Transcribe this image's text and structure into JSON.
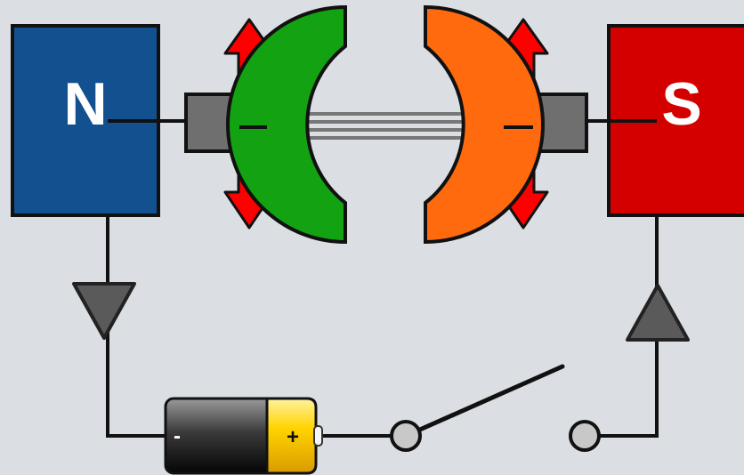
{
  "magnets": {
    "north": {
      "label": "N",
      "color": "#13508f"
    },
    "south": {
      "label": "S",
      "color": "#d40000"
    }
  },
  "commutator": {
    "left_color": "#12a212",
    "right_color": "#ff6a0e"
  },
  "brush_arrow_color": "#ff0000",
  "brush_block_color": "#6f6f6f",
  "current_arrow_color": "#5a5a5a",
  "battery": {
    "negative_label": "-",
    "positive_label": "+",
    "body_color": "#222222",
    "cap_color": "#ffd400"
  },
  "switch": {
    "state": "open"
  },
  "background_color": "#dbdee3",
  "wire_color": "#111111"
}
